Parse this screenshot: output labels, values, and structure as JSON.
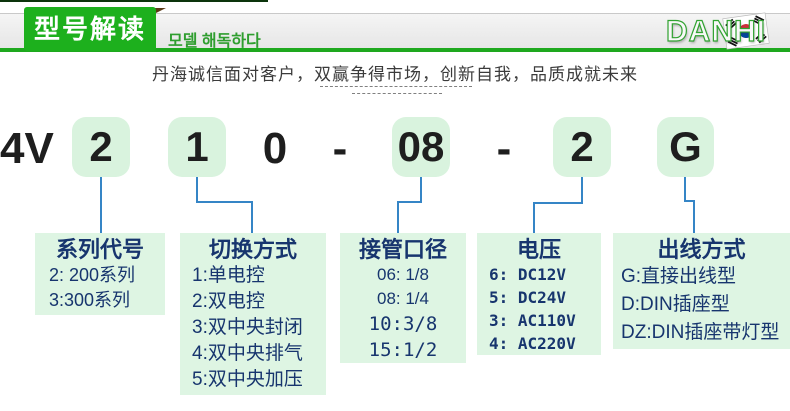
{
  "header": {
    "tag_label": "型号解读",
    "subtitle_kr": "모델 해독하다",
    "brand": "DANHI"
  },
  "slogan": "丹海诚信面对客户，双赢争得市场，创新自我，品质成就未来",
  "model_code": {
    "segments": [
      {
        "text": "4V"
      },
      {
        "text": "2"
      },
      {
        "text": "1"
      },
      {
        "text": "0"
      },
      {
        "text": "-"
      },
      {
        "text": "08"
      },
      {
        "text": "-"
      },
      {
        "text": "2"
      },
      {
        "text": "G"
      }
    ]
  },
  "groups": [
    {
      "title": "系列代号",
      "items": [
        "2: 200系列",
        "3:300系列"
      ]
    },
    {
      "title": "切换方式",
      "items": [
        "1:单电控",
        "2:双电控",
        "3:双中央封闭",
        "4:双中央排气",
        "5:双中央加压"
      ]
    },
    {
      "title": "接管口径",
      "items": [
        "06: 1/8",
        "08: 1/4",
        "10:3/8",
        "15:1/2"
      ]
    },
    {
      "title": "电压",
      "items": [
        "6: DC12V",
        "5: DC24V",
        "3: AC110V",
        "4: AC220V"
      ]
    },
    {
      "title": "出线方式",
      "items": [
        "G:直接出线型",
        "D:DIN插座型",
        "DZ:DIN插座带灯型"
      ]
    }
  ],
  "colors": {
    "brand_green": "#1db01d",
    "header_underline_green": "#1ea81e",
    "legend_bg_green": "#def5e3",
    "model_box_green": "#d9f3de",
    "text_navy": "#17356e",
    "connector_blue": "#3585c6"
  }
}
